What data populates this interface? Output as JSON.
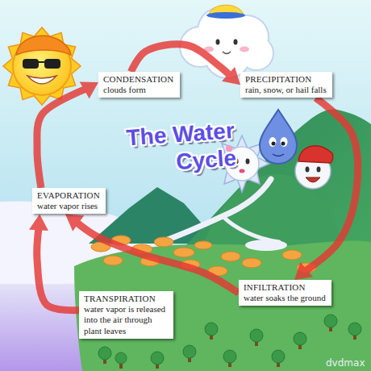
{
  "diagram": {
    "title": "The Water Cycle",
    "nodes": [
      {
        "text": [
          "CONDENSATION",
          "clouds form"
        ]
      },
      {
        "text": [
          "PRECIPITATION",
          "rain, snow, or hail falls"
        ]
      },
      {
        "text": [
          "EVAPORATION",
          "water vapor rises"
        ]
      },
      {
        "text": [
          "INFILTRATION",
          "water soaks the ground"
        ]
      },
      {
        "text": [
          "TRANSPIRATION",
          "water vapor is released into the air through plant leaves"
        ]
      }
    ],
    "edges": [
      {
        "from": 0,
        "to": 1,
        "arrow": "to"
      },
      {
        "from": 1,
        "to": 3,
        "arrow": "to"
      },
      {
        "from": 3,
        "to": 2,
        "arrow": "to"
      },
      {
        "from": 4,
        "to": 2,
        "arrow": "to"
      },
      {
        "from": 2,
        "to": 0,
        "arrow": "to"
      }
    ],
    "labels": [
      "dvdmax"
    ]
  }
}
